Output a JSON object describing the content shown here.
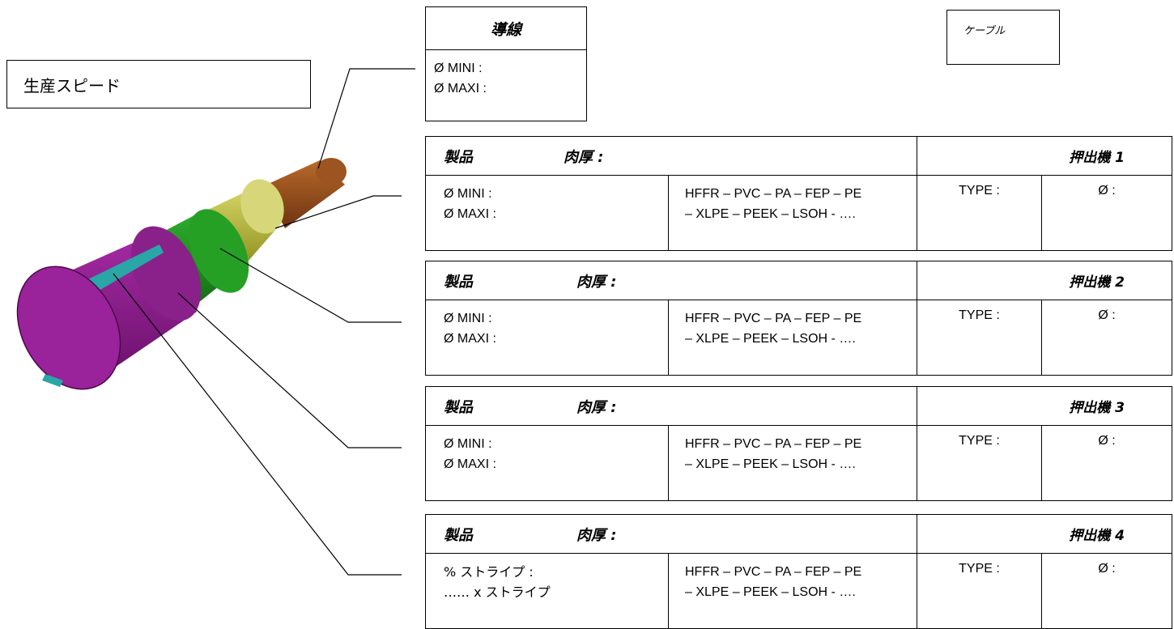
{
  "production_speed": {
    "label": "生産スピード"
  },
  "cable": {
    "label": "ケーブル"
  },
  "conductor": {
    "title": "導線",
    "min_label": "Ø MINI :",
    "max_label": "Ø MAXI :"
  },
  "layers": [
    {
      "product_label": "製品",
      "thickness_label": "肉厚 :",
      "extruder_label": "押出機 1",
      "line1": "Ø MINI :",
      "line2": "Ø MAXI :",
      "materials_line1": "HFFR – PVC – PA – FEP – PE",
      "materials_line2": "– XLPE – PEEK – LSOH - ….",
      "type_label": "TYPE :",
      "diameter_label": "Ø :"
    },
    {
      "product_label": "製品",
      "thickness_label": "肉厚 :",
      "extruder_label": "押出機 2",
      "line1": "Ø MINI :",
      "line2": "Ø MAXI :",
      "materials_line1": "HFFR – PVC – PA – FEP – PE",
      "materials_line2": "– XLPE – PEEK – LSOH - ….",
      "type_label": "TYPE :",
      "diameter_label": "Ø :"
    },
    {
      "product_label": "製品",
      "thickness_label": "肉厚 :",
      "extruder_label": "押出機 3",
      "line1": "Ø MINI :",
      "line2": "Ø MAXI :",
      "materials_line1": "HFFR – PVC – PA – FEP – PE",
      "materials_line2": "– XLPE – PEEK – LSOH - ….",
      "type_label": "TYPE :",
      "diameter_label": "Ø :"
    },
    {
      "product_label": "製品",
      "thickness_label": "肉厚 :",
      "extruder_label": "押出機 4",
      "line1": "% ストライプ :",
      "line2": "…… x ストライプ",
      "materials_line1": "HFFR – PVC – PA – FEP – PE",
      "materials_line2": "– XLPE – PEEK – LSOH - ….",
      "type_label": "TYPE :",
      "diameter_label": "Ø :"
    }
  ],
  "colors": {
    "conductor": "#8B4513",
    "layer1": "#C8C832",
    "layer2": "#1E8C1E",
    "layer3": "#8A1E8A",
    "stripe": "#2AA6A6"
  }
}
